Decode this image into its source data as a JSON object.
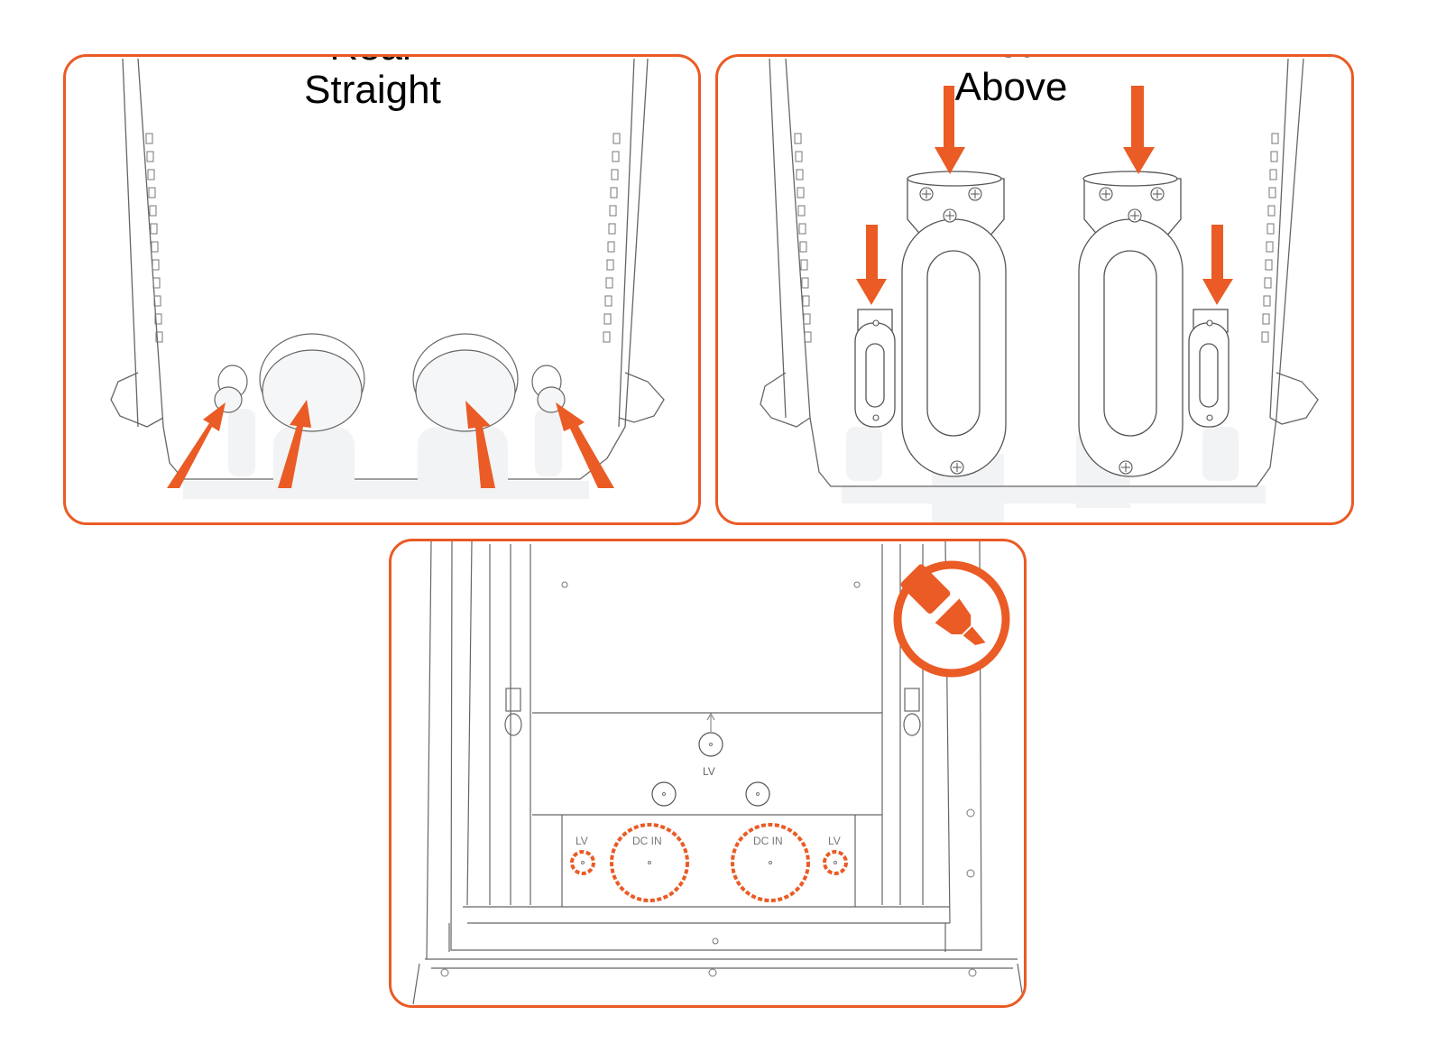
{
  "panels": [
    {
      "id": "rear-straight",
      "title_line1": "Rear",
      "title_line2": "Straight",
      "arrow_count": 4,
      "arrow_direction": "up-toward-conduit-openings"
    },
    {
      "id": "rear-above",
      "title_line1": "Rear",
      "title_line2": "Above",
      "arrow_count": 4,
      "arrow_direction": "down-into-conduit-bodies"
    },
    {
      "id": "bottom-interior",
      "labels": {
        "lv_upper": "LV",
        "lv_left": "LV",
        "dc_in_left": "DC IN",
        "dc_in_right": "DC IN",
        "lv_right": "LV"
      },
      "marker_icon": "highlighter-icon"
    }
  ],
  "colors": {
    "accent": "#ea5b25",
    "line": "#555555",
    "shadow": "#f2f3f5"
  }
}
